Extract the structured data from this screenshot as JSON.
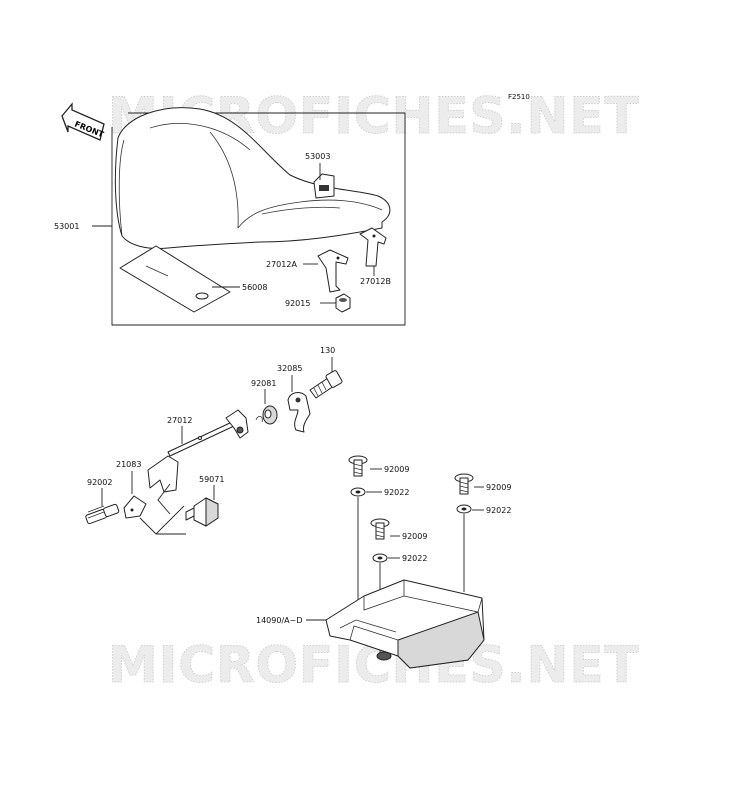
{
  "diagram_code": "F2510",
  "watermark": "MICROFICHES.NET",
  "front_label": "FRONT",
  "parts": {
    "seat": "53001",
    "seat_part": "53003",
    "label": "56008",
    "clamp_a": "27012A",
    "clamp_b": "27012B",
    "nut_92015": "92015",
    "bolt_130": "130",
    "lock_32085": "32085",
    "spring_92081": "92081",
    "rod_27012": "27012",
    "bracket_21083": "21083",
    "bolt_92002": "92002",
    "key_59071": "59071",
    "screw_92009_a": "92009",
    "washer_92022_a": "92022",
    "screw_92009_b": "92009",
    "washer_92022_b": "92022",
    "screw_92009_c": "92009",
    "washer_92022_c": "92022",
    "cover_14090": "14090/A~D"
  }
}
